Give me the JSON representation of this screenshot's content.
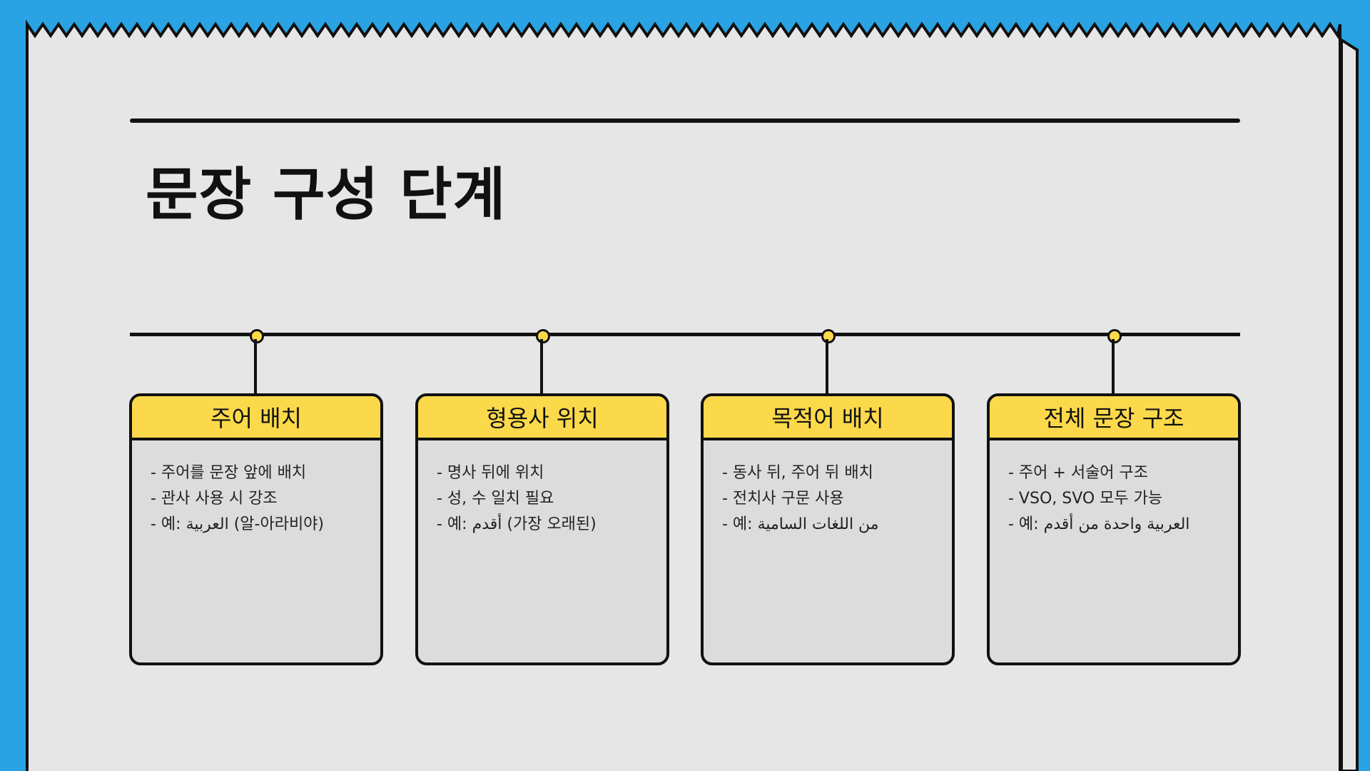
{
  "slide": {
    "title": "문장 구성 단계",
    "colors": {
      "background": "#29a3e3",
      "paper": "#e6e6e6",
      "card_header": "#fcd94a",
      "card_body": "#dcdcdc",
      "outline": "#111111"
    }
  },
  "steps": [
    {
      "title": "주어 배치",
      "items": [
        "- 주어를 문장 앞에 배치",
        "- 관사 사용 시 강조",
        "- 예: العربية (알-아라비야)"
      ]
    },
    {
      "title": "형용사 위치",
      "items": [
        "- 명사 뒤에 위치",
        "- 성, 수 일치 필요",
        "- 예: أقدم (가장 오래된)"
      ]
    },
    {
      "title": "목적어 배치",
      "items": [
        "- 동사 뒤, 주어 뒤 배치",
        "- 전치사 구문 사용",
        "- 예: من اللغات السامية"
      ]
    },
    {
      "title": "전체 문장 구조",
      "items": [
        "- 주어 + 서술어 구조",
        "- VSO, SVO 모두 가능",
        "- 예: العربية واحدة من أقدم"
      ]
    }
  ]
}
